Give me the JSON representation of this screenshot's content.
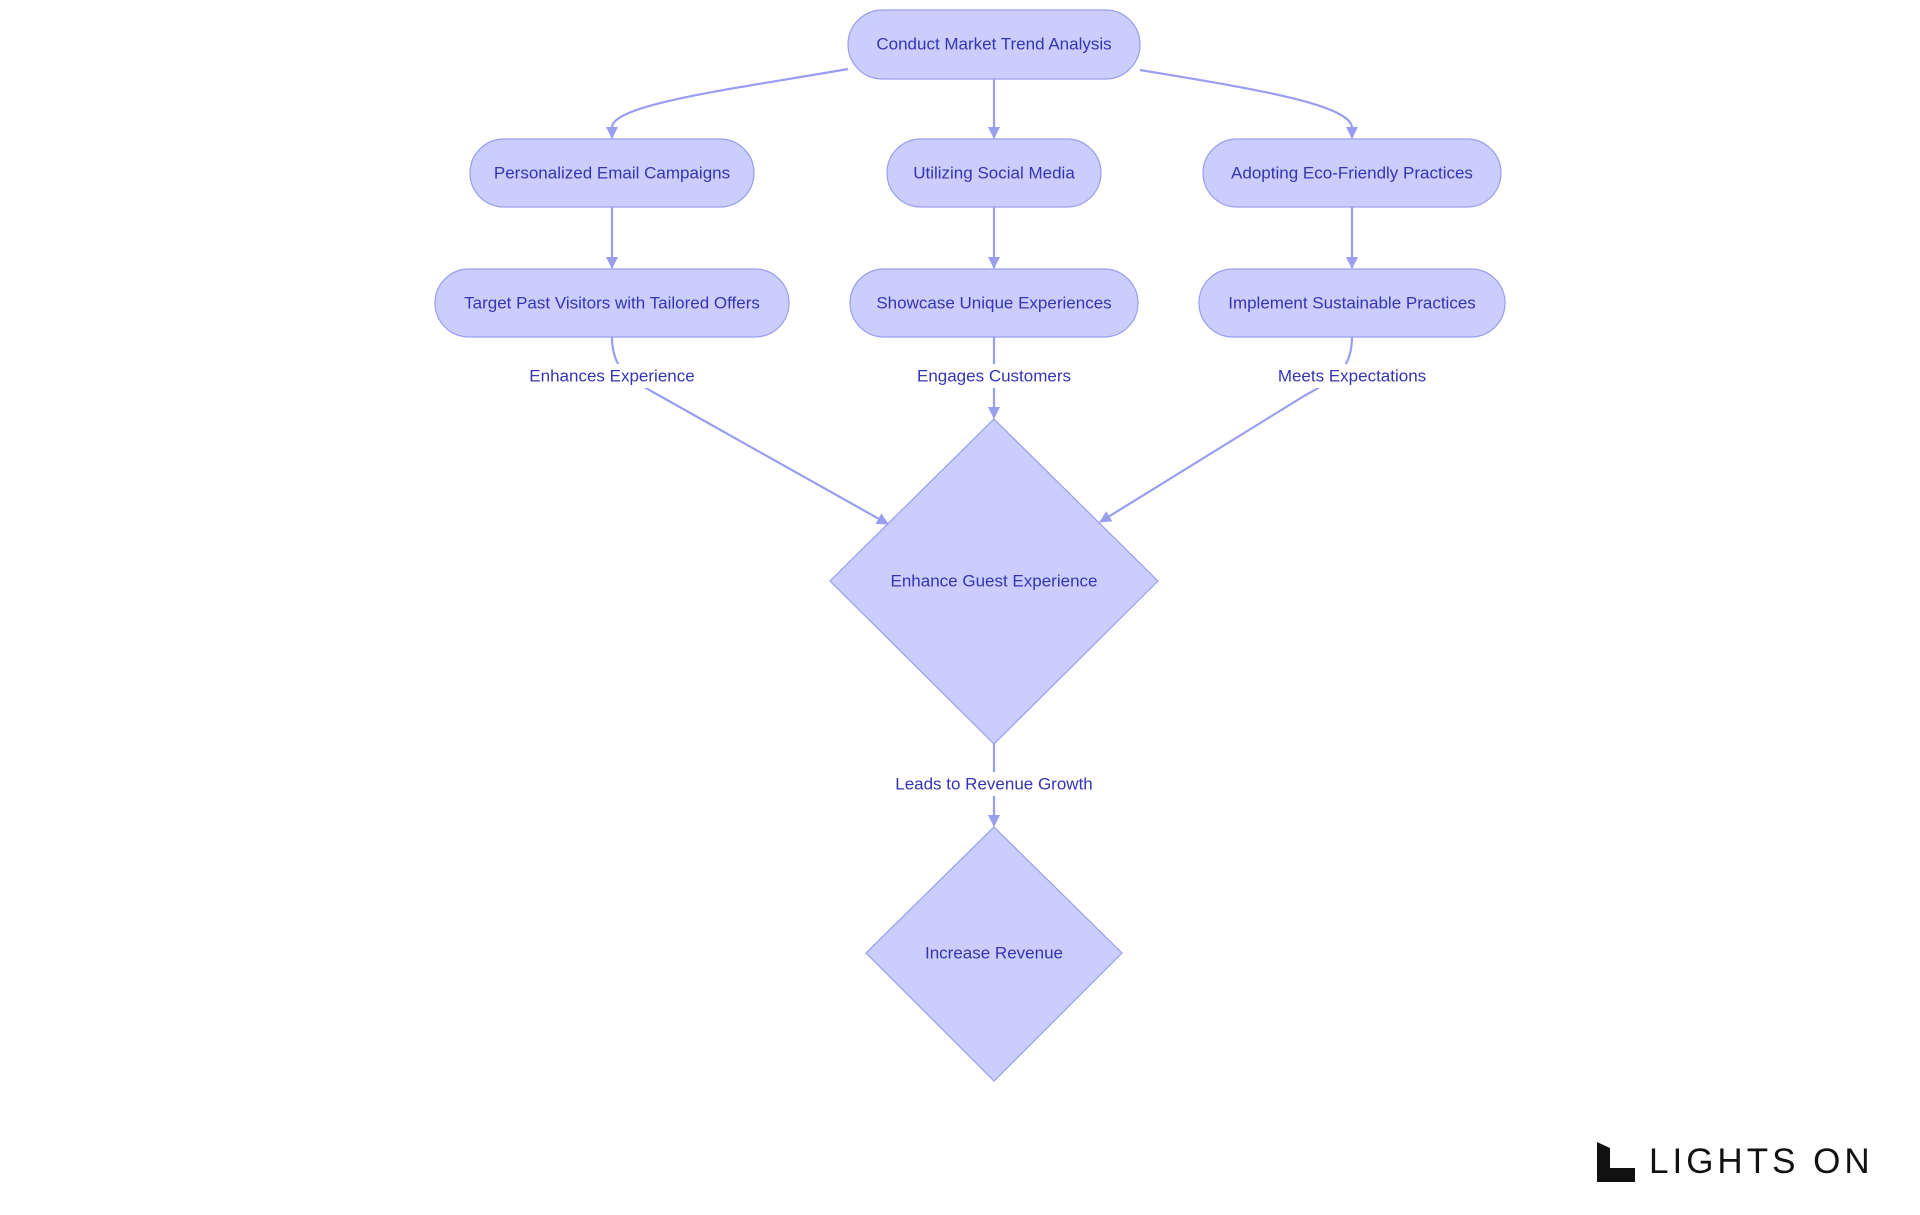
{
  "diagram": {
    "nodes": {
      "market": "Conduct Market Trend Analysis",
      "email": "Personalized Email Campaigns",
      "social": "Utilizing Social Media",
      "eco": "Adopting Eco-Friendly Practices",
      "target": "Target Past Visitors with Tailored Offers",
      "showcase": "Showcase Unique Experiences",
      "sustain": "Implement Sustainable Practices",
      "guest": "Enhance Guest Experience",
      "revenue": "Increase Revenue"
    },
    "edge_labels": {
      "enhances": "Enhances Experience",
      "engages": "Engages Customers",
      "meets": "Meets Expectations",
      "leads": "Leads to Revenue Growth"
    }
  },
  "brand": {
    "name": "LIGHTS ON",
    "logo_icon": "lights-on-logo-icon"
  },
  "colors": {
    "node_fill": "#cbcdfc",
    "node_stroke": "#9a9ef0",
    "text": "#3535b4",
    "edge": "#9a9ef0"
  }
}
